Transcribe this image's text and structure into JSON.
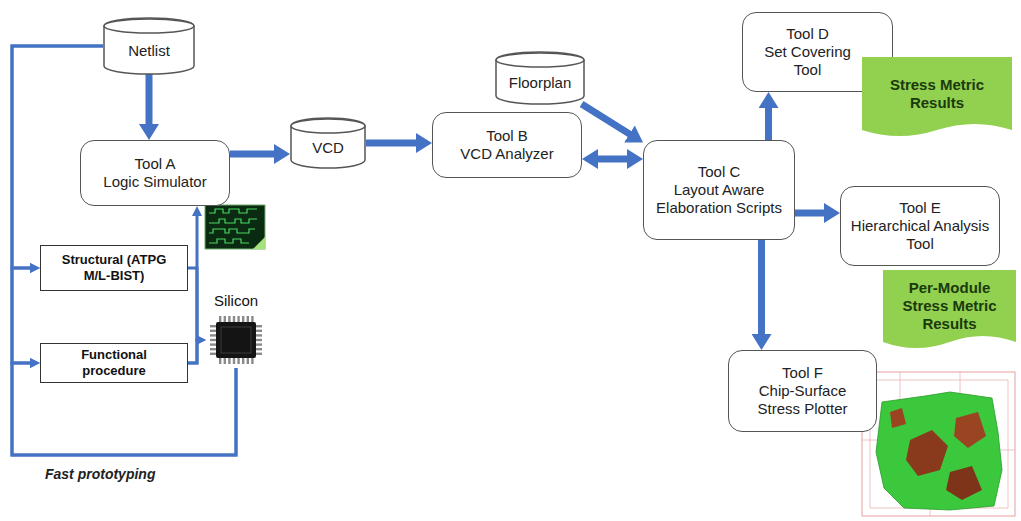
{
  "diagram": {
    "nodes": [
      {
        "text": [
          "Netlist"
        ]
      },
      {
        "text": [
          "Tool A",
          "Logic Simulator"
        ]
      },
      {
        "text": [
          "VCD"
        ]
      },
      {
        "text": [
          "Tool B",
          "VCD Analyzer"
        ]
      },
      {
        "text": [
          "Floorplan"
        ]
      },
      {
        "text": [
          "Tool C",
          "Layout Aware Elaboration Scripts"
        ]
      },
      {
        "text": [
          "Tool D",
          "Set Covering Tool"
        ]
      },
      {
        "text": [
          "Stress Metric Results"
        ]
      },
      {
        "text": [
          "Tool E",
          "Hierarchical Analysis Tool"
        ]
      },
      {
        "text": [
          "Per-Module Stress Metric Results"
        ]
      },
      {
        "text": [
          "Tool F",
          "Chip-Surface Stress Plotter"
        ]
      },
      {
        "text": [
          "Structural (ATPG M/L-BIST)"
        ]
      },
      {
        "text": [
          "Functional procedure"
        ]
      },
      {
        "text": [
          "Silicon"
        ]
      }
    ],
    "edges": [
      {
        "from": 0,
        "to": 1,
        "arrow": "to"
      },
      {
        "from": 1,
        "to": 2,
        "arrow": "to"
      },
      {
        "from": 2,
        "to": 3,
        "arrow": "to"
      },
      {
        "from": 3,
        "to": 5,
        "arrow": "both"
      },
      {
        "from": 4,
        "to": 5,
        "arrow": "to"
      },
      {
        "from": 5,
        "to": 6,
        "arrow": "to"
      },
      {
        "from": 5,
        "to": 8,
        "arrow": "to"
      },
      {
        "from": 5,
        "to": 10,
        "arrow": "to"
      },
      {
        "from": 0,
        "to": 11,
        "arrow": "to"
      },
      {
        "from": 0,
        "to": 12,
        "arrow": "to"
      },
      {
        "from": 13,
        "to": 11,
        "arrow": "to"
      },
      {
        "from": 13,
        "to": 12,
        "arrow": "to"
      },
      {
        "from": 11,
        "to": 13,
        "arrow": "to"
      },
      {
        "from": 12,
        "to": 13,
        "arrow": "to"
      },
      {
        "from": 12,
        "to": 1,
        "arrow": "to"
      }
    ],
    "labels": [
      "Fast prototyping"
    ]
  }
}
